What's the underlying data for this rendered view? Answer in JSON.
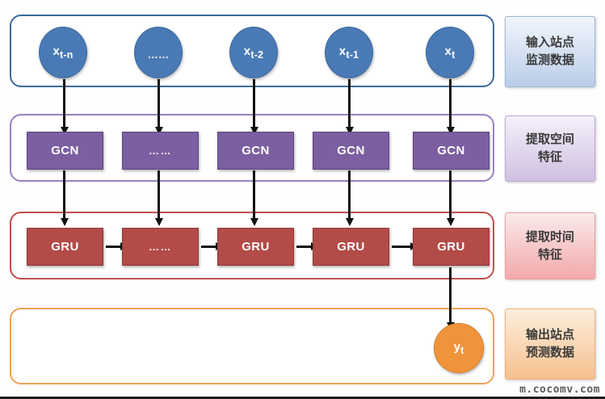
{
  "diagram": {
    "title": "GCN-GRU spatio-temporal prediction model architecture",
    "colors": {
      "input_node": "#4a7ab5",
      "gcn_box": "#7c5fa0",
      "gru_box": "#b34b48",
      "output_node": "#f0943c",
      "group_input_border": "#3c6a9e",
      "group_gcn_border": "#9a81c4",
      "group_gru_border": "#c0504d",
      "group_output_border": "#f0a254",
      "arrow": "#111111"
    },
    "rows": {
      "input": {
        "group_name": "input-layer-group",
        "nodes": [
          {
            "id": "x-t-n",
            "label": "x",
            "sub": "t-n"
          },
          {
            "id": "x-dots",
            "label": "……",
            "sub": ""
          },
          {
            "id": "x-t-2",
            "label": "x",
            "sub": "t-2"
          },
          {
            "id": "x-t-1",
            "label": "x",
            "sub": "t-1"
          },
          {
            "id": "x-t",
            "label": "x",
            "sub": "t"
          }
        ]
      },
      "gcn": {
        "group_name": "gcn-layer-group",
        "boxes": [
          {
            "id": "gcn-1",
            "label": "GCN"
          },
          {
            "id": "gcn-dots",
            "label": "……"
          },
          {
            "id": "gcn-2",
            "label": "GCN"
          },
          {
            "id": "gcn-3",
            "label": "GCN"
          },
          {
            "id": "gcn-4",
            "label": "GCN"
          }
        ]
      },
      "gru": {
        "group_name": "gru-layer-group",
        "boxes": [
          {
            "id": "gru-1",
            "label": "GRU"
          },
          {
            "id": "gru-dots",
            "label": "……"
          },
          {
            "id": "gru-2",
            "label": "GRU"
          },
          {
            "id": "gru-3",
            "label": "GRU"
          },
          {
            "id": "gru-4",
            "label": "GRU"
          }
        ]
      },
      "output": {
        "group_name": "output-layer-group",
        "node": {
          "id": "y-t",
          "label": "y",
          "sub": "t"
        }
      }
    },
    "stages": [
      {
        "id": "stage-input",
        "line1": "输入站点",
        "line2": "监测数据"
      },
      {
        "id": "stage-gcn",
        "line1": "提取空间",
        "line2": "特征"
      },
      {
        "id": "stage-gru",
        "line1": "提取时间",
        "line2": "特征"
      },
      {
        "id": "stage-output",
        "line1": "输出站点",
        "line2": "预测数据"
      }
    ],
    "watermark": "m.cocomv.com"
  }
}
